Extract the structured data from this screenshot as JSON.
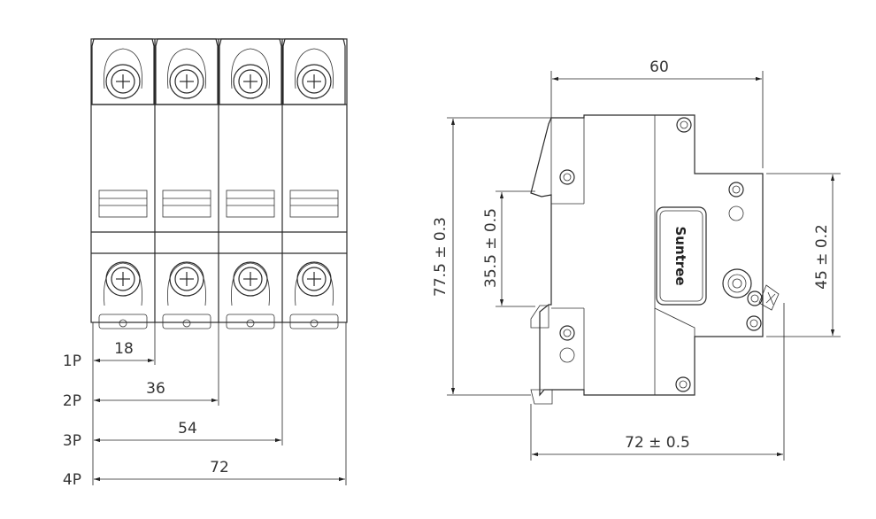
{
  "front_view": {
    "pole_labels": [
      "1P",
      "2P",
      "3P",
      "4P"
    ],
    "widths": [
      "18",
      "36",
      "54",
      "72"
    ]
  },
  "side_view": {
    "top_width": "60",
    "height": "77.5 ± 0.3",
    "rail_height": "35.5 ± 0.5",
    "right_height": "45 ± 0.2",
    "bottom_width": "72 ± 0.5",
    "brand": "Suntree"
  }
}
